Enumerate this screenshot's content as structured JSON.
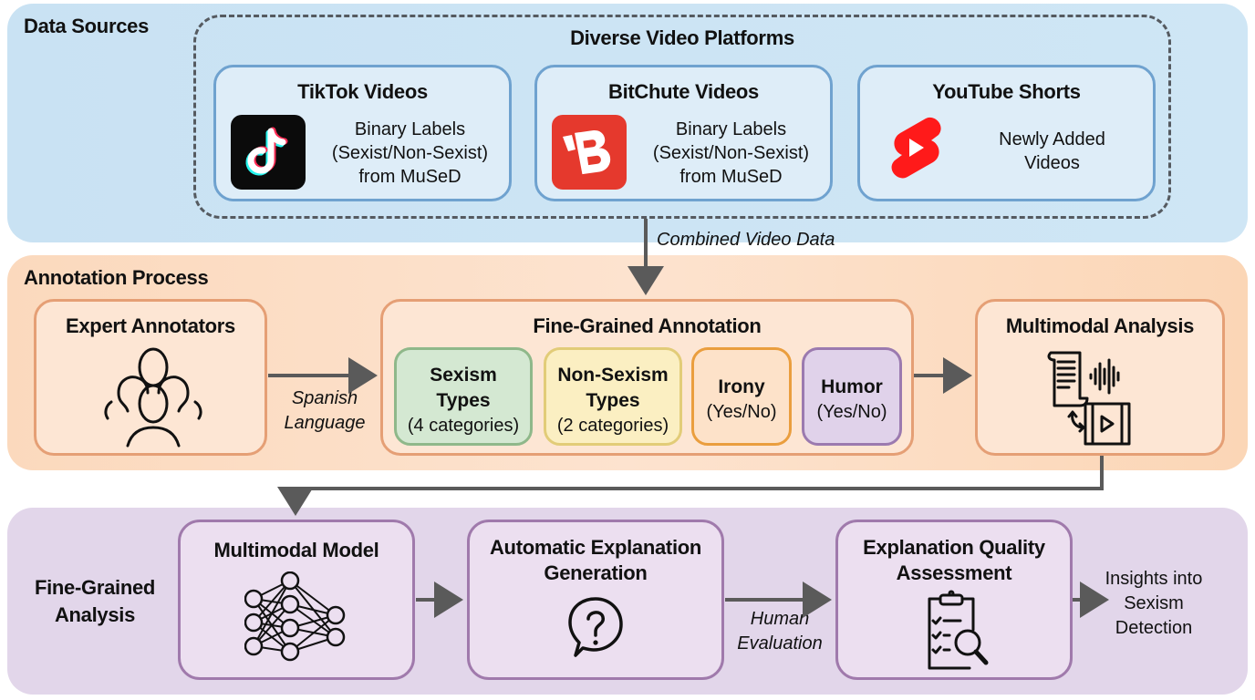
{
  "sections": {
    "data_sources": {
      "title": "Data Sources",
      "group_title": "Diverse Video Platforms",
      "platforms": [
        {
          "name": "TikTok Videos",
          "icon": "tiktok-logo-icon",
          "description_lines": [
            "Binary Labels",
            "(Sexist/Non-Sexist)",
            "from MuSeD"
          ]
        },
        {
          "name": "BitChute Videos",
          "icon": "bitchute-logo-icon",
          "description_lines": [
            "Binary Labels",
            "(Sexist/Non-Sexist)",
            "from MuSeD"
          ]
        },
        {
          "name": "YouTube Shorts",
          "icon": "youtube-shorts-logo-icon",
          "description_lines": [
            "Newly Added",
            "Videos"
          ]
        }
      ],
      "flow_label": "Combined Video Data"
    },
    "annotation": {
      "title": "Annotation Process",
      "annotators": {
        "title": "Expert Annotators",
        "icon": "people-group-icon"
      },
      "language_label_lines": [
        "Spanish",
        "Language"
      ],
      "fine_grained": {
        "title": "Fine-Grained Annotation",
        "categories": [
          {
            "title_lines": [
              "Sexism",
              "Types"
            ],
            "detail": "(4 categories)",
            "color": "#d4e8d2",
            "border": "#8fb88a"
          },
          {
            "title_lines": [
              "Non-Sexism",
              "Types"
            ],
            "detail": "(2 categories)",
            "color": "#fbefc2",
            "border": "#e2cc78"
          },
          {
            "title_lines": [
              "Irony"
            ],
            "detail": "(Yes/No)",
            "color": "#fde2c9",
            "border": "#ea9e3e"
          },
          {
            "title_lines": [
              "Humor"
            ],
            "detail": "(Yes/No)",
            "color": "#e0d2ea",
            "border": "#9b7aaf"
          }
        ]
      },
      "multimodal": {
        "title": "Multimodal Analysis",
        "icon": "text-audio-video-icon"
      }
    },
    "analysis": {
      "title_lines": [
        "Fine-Grained",
        "Analysis"
      ],
      "model": {
        "title": "Multimodal Model",
        "icon": "neural-network-icon"
      },
      "explanation": {
        "title_lines": [
          "Automatic Explanation",
          "Generation"
        ],
        "icon": "question-bubble-icon"
      },
      "evaluation_label_lines": [
        "Human",
        "Evaluation"
      ],
      "assessment": {
        "title_lines": [
          "Explanation Quality",
          "Assessment"
        ],
        "icon": "clipboard-search-icon"
      },
      "output_lines": [
        "Insights into",
        "Sexism",
        "Detection"
      ]
    }
  },
  "colors": {
    "blue_panel": "#cce4f4",
    "orange_panel": "#fcdcc3",
    "purple_panel": "#e2d6ea",
    "arrow": "#5a5a5a"
  }
}
